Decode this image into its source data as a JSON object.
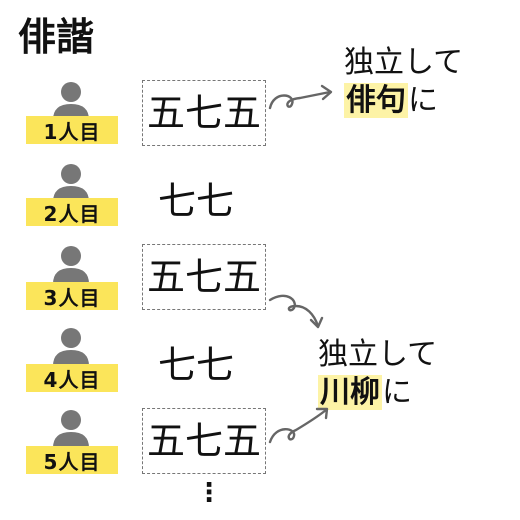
{
  "title": "俳諧",
  "people": [
    {
      "label": "1人目",
      "verse": "五七五"
    },
    {
      "label": "2人目",
      "verse": "七七"
    },
    {
      "label": "3人目",
      "verse": "五七五"
    },
    {
      "label": "4人目",
      "verse": "七七"
    },
    {
      "label": "5人目",
      "verse": "五七五"
    }
  ],
  "notes": {
    "haiku": {
      "line1": "独立して",
      "highlight": "俳句",
      "suffix": "に"
    },
    "senryu": {
      "line1": "独立して",
      "highlight": "川柳",
      "suffix": "に"
    }
  },
  "continuation": "⋮",
  "colors": {
    "highlight": "#fbe55a",
    "icon": "#777777",
    "arrow": "#666666"
  }
}
